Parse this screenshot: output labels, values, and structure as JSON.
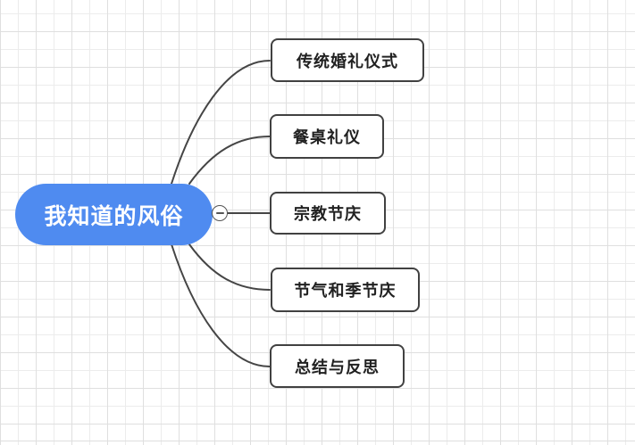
{
  "colors": {
    "canvas_bg": "#ffffff",
    "grid_minor": "#ececec",
    "grid_major": "#dfdfdf",
    "root_fill": "#4f8bf0",
    "root_text": "#ffffff",
    "branch_line": "#454545",
    "node_border": "#414141",
    "node_text": "#212121"
  },
  "mindmap": {
    "root": {
      "label": "我知道的风俗"
    },
    "collapse_button": {
      "icon": "minus-icon",
      "state": "expanded"
    },
    "children": [
      {
        "label": "传统婚礼仪式"
      },
      {
        "label": "餐桌礼仪"
      },
      {
        "label": "宗教节庆"
      },
      {
        "label": "节气和季节庆"
      },
      {
        "label": "总结与反思"
      }
    ]
  }
}
